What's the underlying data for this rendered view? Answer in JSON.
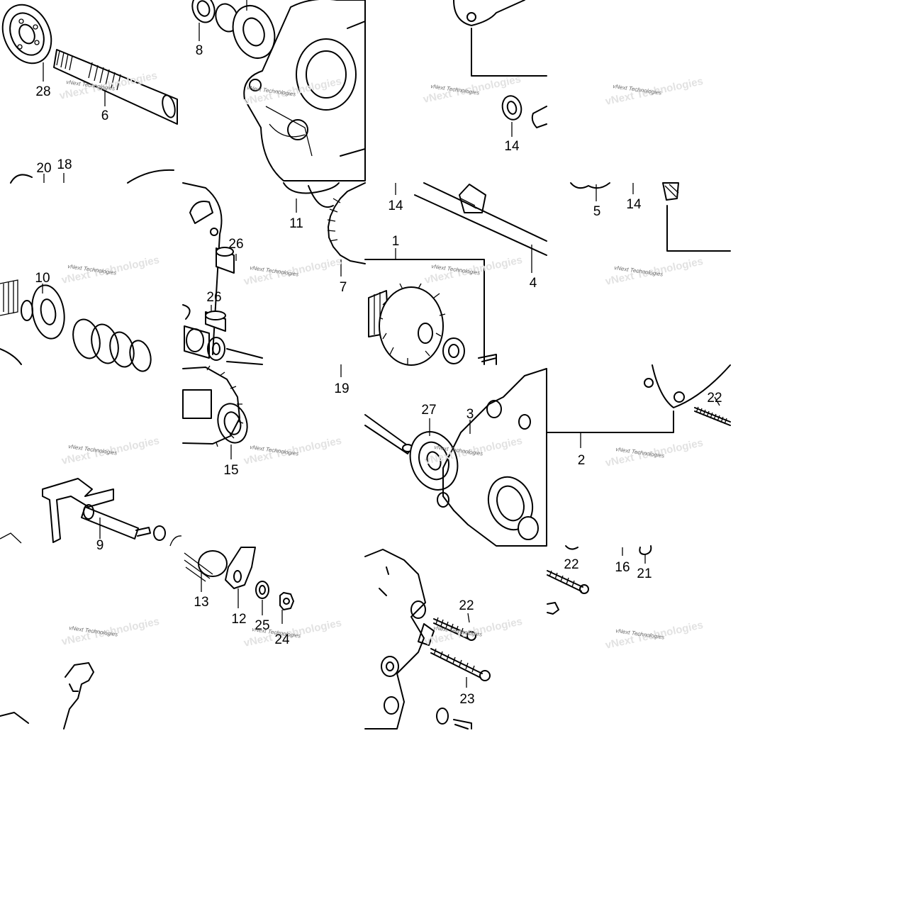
{
  "watermark": "vNext Technologies",
  "callouts": [
    {
      "id": "c28a",
      "text": "28"
    },
    {
      "id": "c6",
      "text": "6"
    },
    {
      "id": "c8",
      "text": "8"
    },
    {
      "id": "c14a",
      "text": "14"
    },
    {
      "id": "c20",
      "text": "20"
    },
    {
      "id": "c18",
      "text": "18"
    },
    {
      "id": "c11",
      "text": "11"
    },
    {
      "id": "c14b",
      "text": "14"
    },
    {
      "id": "c5",
      "text": "5"
    },
    {
      "id": "c14c",
      "text": "14"
    },
    {
      "id": "c26a",
      "text": "26"
    },
    {
      "id": "c1",
      "text": "1"
    },
    {
      "id": "c10",
      "text": "10"
    },
    {
      "id": "c26b",
      "text": "26"
    },
    {
      "id": "c7",
      "text": "7"
    },
    {
      "id": "c4",
      "text": "4"
    },
    {
      "id": "c19",
      "text": "19"
    },
    {
      "id": "c22a",
      "text": "22"
    },
    {
      "id": "c27",
      "text": "27"
    },
    {
      "id": "c3",
      "text": "3"
    },
    {
      "id": "c2",
      "text": "2"
    },
    {
      "id": "c15",
      "text": "15"
    },
    {
      "id": "c9",
      "text": "9"
    },
    {
      "id": "c22b",
      "text": "22"
    },
    {
      "id": "c16",
      "text": "16"
    },
    {
      "id": "c21",
      "text": "21"
    },
    {
      "id": "c13",
      "text": "13"
    },
    {
      "id": "c12",
      "text": "12"
    },
    {
      "id": "c25",
      "text": "25"
    },
    {
      "id": "c24",
      "text": "24"
    },
    {
      "id": "c22c",
      "text": "22"
    },
    {
      "id": "c23",
      "text": "23"
    }
  ]
}
